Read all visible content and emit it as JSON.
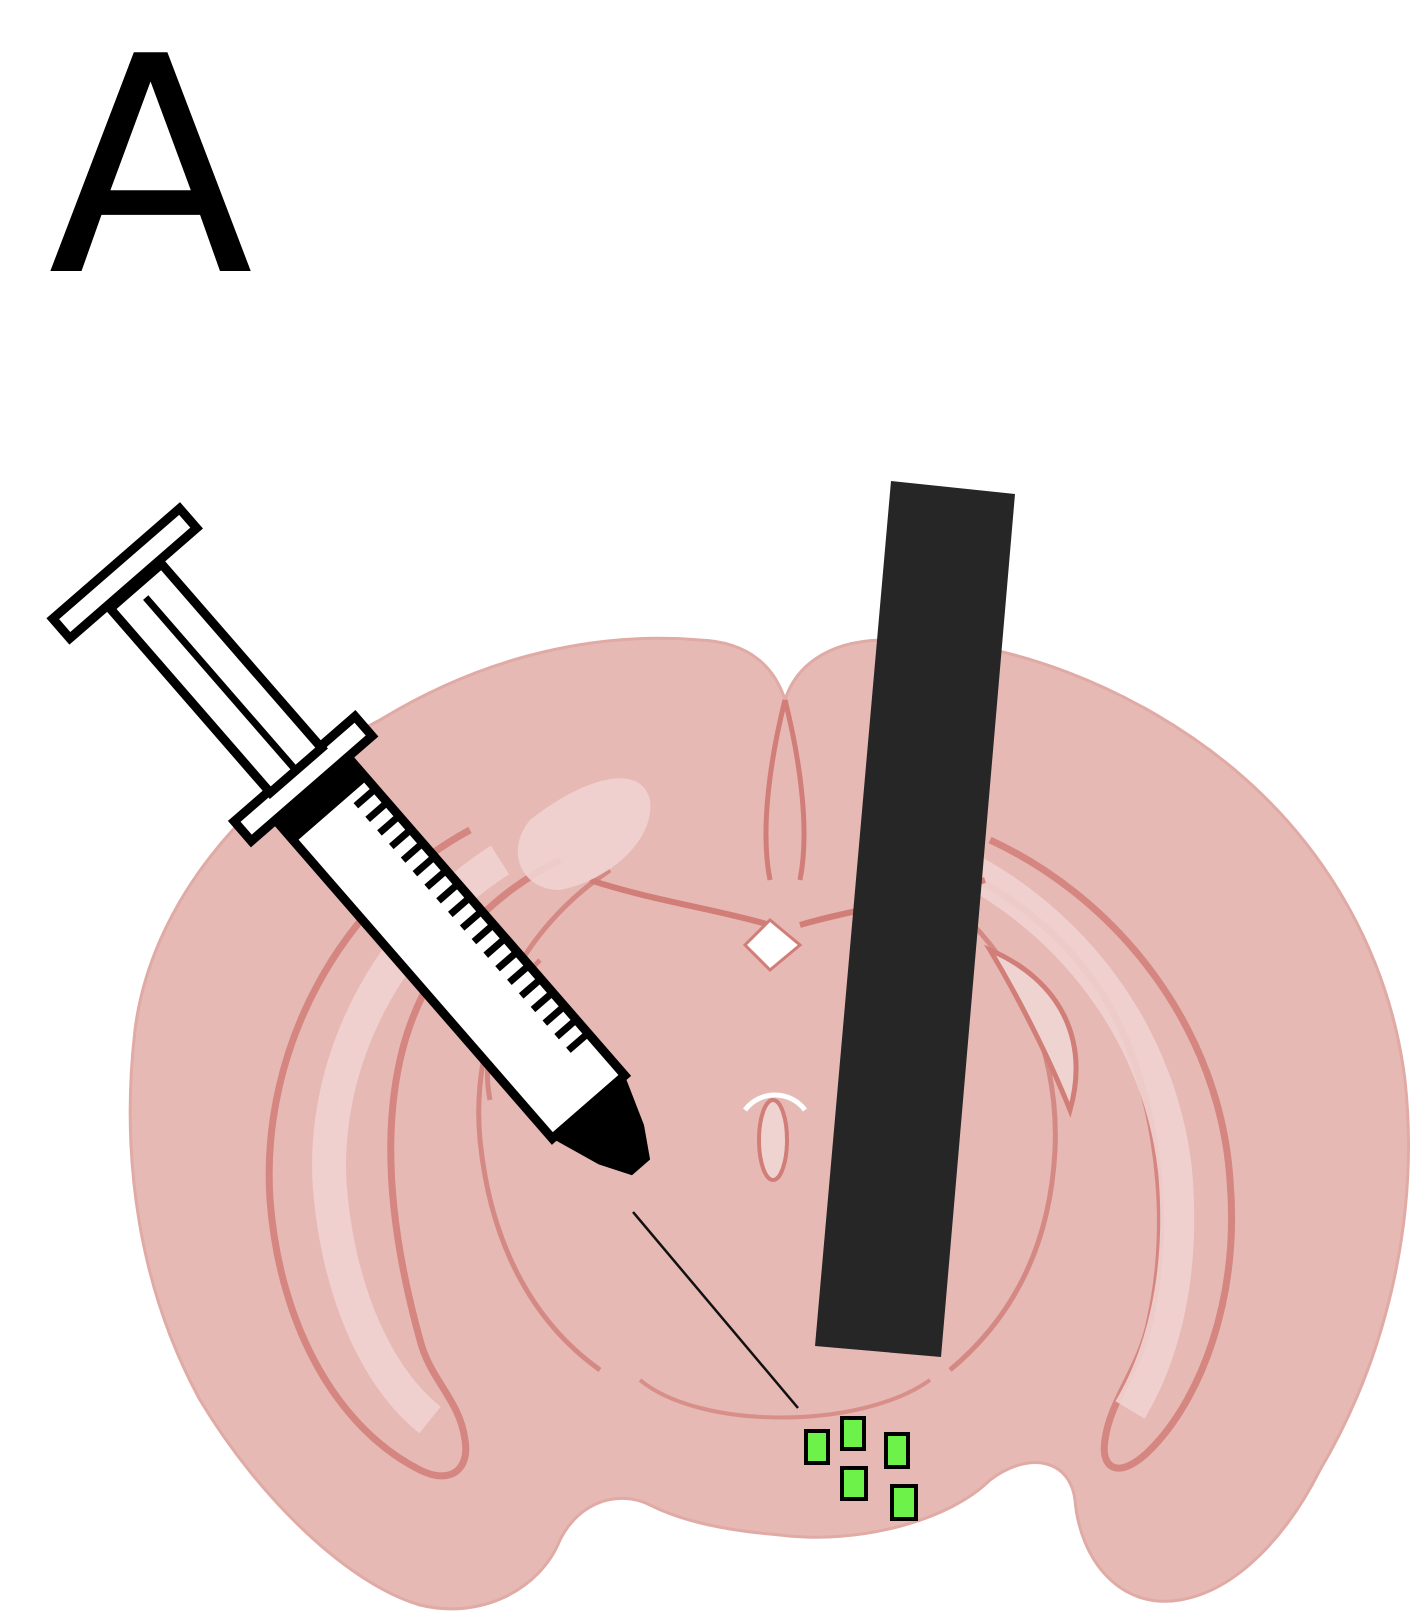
{
  "panel_label": "A",
  "colors": {
    "brain_fill": "#e7b9b4",
    "brain_light": "#efd3d0",
    "brain_line": "#d17d78",
    "probe": "#262626",
    "cells": "#6df24a",
    "syringe_fill": "#ffffff",
    "syringe_outline": "#000000"
  },
  "elements": {
    "brain": "coronal-brain-section",
    "probe": "optical-fiber-implant",
    "syringe": "injection-syringe",
    "cells": "labeled-cells",
    "cell_count": 5
  }
}
